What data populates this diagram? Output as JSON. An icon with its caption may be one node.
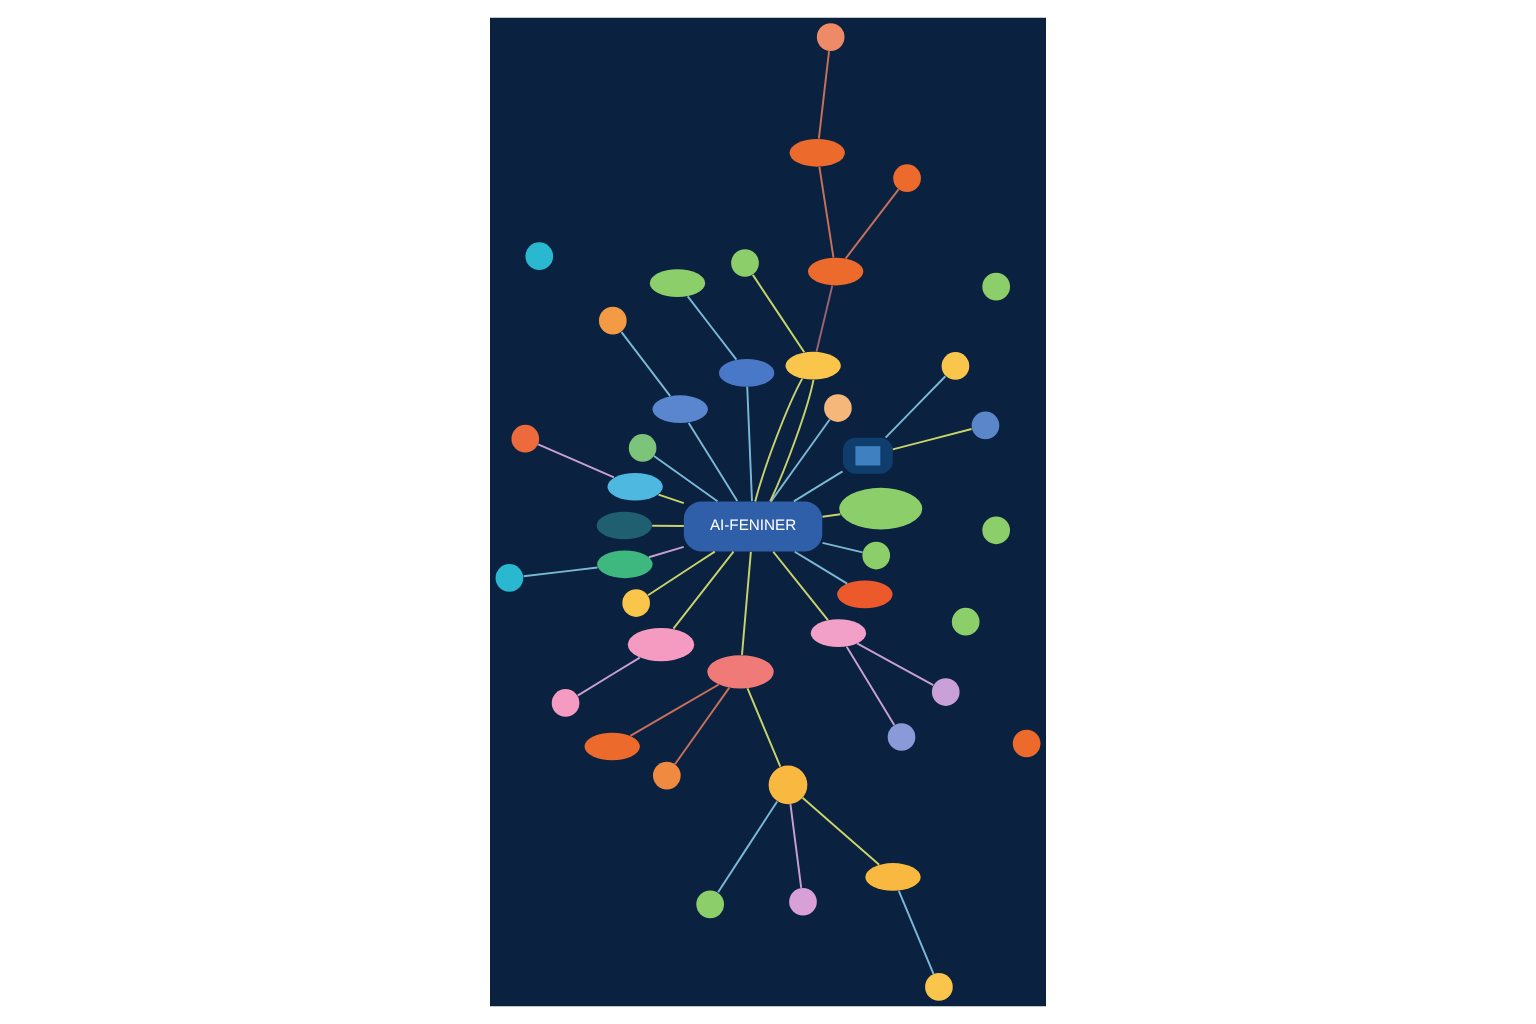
{
  "diagram": {
    "nodes": [
      {
        "text": [
          "AI-FENINER"
        ]
      },
      {
        "text": [],
        "shape": "ellipse"
      },
      {
        "text": [],
        "shape": "circle"
      },
      {
        "text": [],
        "shape": "circle"
      },
      {
        "text": [],
        "shape": "box"
      },
      {
        "text": [],
        "shape": "circle"
      },
      {
        "text": [],
        "shape": "circle"
      },
      {
        "text": [],
        "shape": "circle"
      },
      {
        "text": [],
        "shape": "circle"
      },
      {
        "text": [],
        "shape": "ellipse"
      },
      {
        "text": [],
        "shape": "ellipse"
      },
      {
        "text": [],
        "shape": "ellipse"
      },
      {
        "text": [],
        "shape": "circle"
      },
      {
        "text": [],
        "shape": "ellipse"
      },
      {
        "text": [],
        "shape": "circle"
      },
      {
        "text": [],
        "shape": "ellipse"
      },
      {
        "text": [],
        "shape": "ellipse"
      },
      {
        "text": [],
        "shape": "circle"
      },
      {
        "text": [],
        "shape": "circle"
      },
      {
        "text": [],
        "shape": "ellipse"
      },
      {
        "text": [],
        "shape": "circle"
      },
      {
        "text": [],
        "shape": "ellipse"
      },
      {
        "text": [],
        "shape": "circle"
      },
      {
        "text": [],
        "shape": "ellipse"
      },
      {
        "text": [],
        "shape": "circle"
      },
      {
        "text": [],
        "shape": "circle"
      },
      {
        "text": [],
        "shape": "ellipse"
      },
      {
        "text": [],
        "shape": "circle"
      },
      {
        "text": [],
        "shape": "ellipse"
      },
      {
        "text": [],
        "shape": "ellipse"
      },
      {
        "text": [],
        "shape": "circle"
      },
      {
        "text": [],
        "shape": "circle"
      },
      {
        "text": [],
        "shape": "circle"
      },
      {
        "text": [],
        "shape": "circle"
      },
      {
        "text": [],
        "shape": "ellipse"
      },
      {
        "text": [],
        "shape": "circle"
      },
      {
        "text": [],
        "shape": "circle"
      },
      {
        "text": [],
        "shape": "ellipse"
      },
      {
        "text": [],
        "shape": "ellipse"
      },
      {
        "text": [],
        "shape": "circle"
      },
      {
        "text": [],
        "shape": "circle"
      },
      {
        "text": [],
        "shape": "circle"
      },
      {
        "text": [],
        "shape": "circle"
      }
    ],
    "edges": [
      {
        "from": 0,
        "to": 1,
        "arrow": "none"
      },
      {
        "from": 4,
        "to": 3,
        "arrow": "none"
      },
      {
        "from": 0,
        "to": 4,
        "arrow": "none",
        "color": "#7ab8d6"
      },
      {
        "from": 0,
        "to": 6,
        "arrow": "none",
        "color": "#7ab8d6"
      },
      {
        "from": 4,
        "to": 7,
        "arrow": "none",
        "color": "#7ab8d6"
      },
      {
        "from": 9,
        "to": 8,
        "arrow": "none",
        "color": "#c8705a"
      },
      {
        "from": 9,
        "to": 13,
        "arrow": "none",
        "color": "#c8705a"
      },
      {
        "from": 10,
        "to": 9,
        "arrow": "none",
        "color": "#9a6470"
      },
      {
        "from": 13,
        "to": 14,
        "arrow": "none",
        "color": "#c8705a"
      },
      {
        "from": 0,
        "to": 10,
        "arrow": "none"
      },
      {
        "from": 0,
        "to": 10,
        "arrow": "none"
      },
      {
        "from": 10,
        "to": 12,
        "arrow": "none"
      },
      {
        "from": 15,
        "to": 11,
        "arrow": "none",
        "color": "#7ab8d6"
      },
      {
        "from": 0,
        "to": 15,
        "arrow": "none",
        "color": "#7ab8d6"
      },
      {
        "from": 0,
        "to": 16,
        "arrow": "none",
        "color": "#7ab8d6"
      },
      {
        "from": 16,
        "to": 17,
        "arrow": "none",
        "color": "#7ab8d6"
      },
      {
        "from": 0,
        "to": 18,
        "arrow": "none",
        "color": "#7ab8d6"
      },
      {
        "from": 0,
        "to": 19,
        "arrow": "none"
      },
      {
        "from": 19,
        "to": 20,
        "arrow": "none",
        "color": "#c8a0d0"
      },
      {
        "from": 0,
        "to": 21,
        "arrow": "none"
      },
      {
        "from": 0,
        "to": 23,
        "arrow": "none",
        "color": "#c8a0d0"
      },
      {
        "from": 23,
        "to": 24,
        "arrow": "none",
        "color": "#7ab8d6"
      },
      {
        "from": 0,
        "to": 25,
        "arrow": "none"
      },
      {
        "from": 0,
        "to": 26,
        "arrow": "none"
      },
      {
        "from": 26,
        "to": 27,
        "arrow": "none",
        "color": "#c8a0d0"
      },
      {
        "from": 0,
        "to": 28,
        "arrow": "none"
      },
      {
        "from": 28,
        "to": 29,
        "arrow": "none",
        "color": "#c8705a"
      },
      {
        "from": 28,
        "to": 30,
        "arrow": "none",
        "color": "#c8705a"
      },
      {
        "from": 28,
        "to": 33,
        "arrow": "none"
      },
      {
        "from": 33,
        "to": 32,
        "arrow": "none",
        "color": "#c8a0d0"
      },
      {
        "from": 33,
        "to": 31,
        "arrow": "none",
        "color": "#7ab8d6"
      },
      {
        "from": 33,
        "to": 34,
        "arrow": "none"
      },
      {
        "from": 34,
        "to": 35,
        "arrow": "none",
        "color": "#7ab8d6"
      },
      {
        "from": 0,
        "to": 37,
        "arrow": "none"
      },
      {
        "from": 37,
        "to": 39,
        "arrow": "none",
        "color": "#c8a0d0"
      },
      {
        "from": 37,
        "to": 40,
        "arrow": "none",
        "color": "#c8a0d0"
      },
      {
        "from": 0,
        "to": 38,
        "arrow": "none",
        "color": "#7ab8d6"
      },
      {
        "from": 0,
        "to": 41,
        "arrow": "none",
        "color": "#7ab8d6"
      }
    ]
  }
}
